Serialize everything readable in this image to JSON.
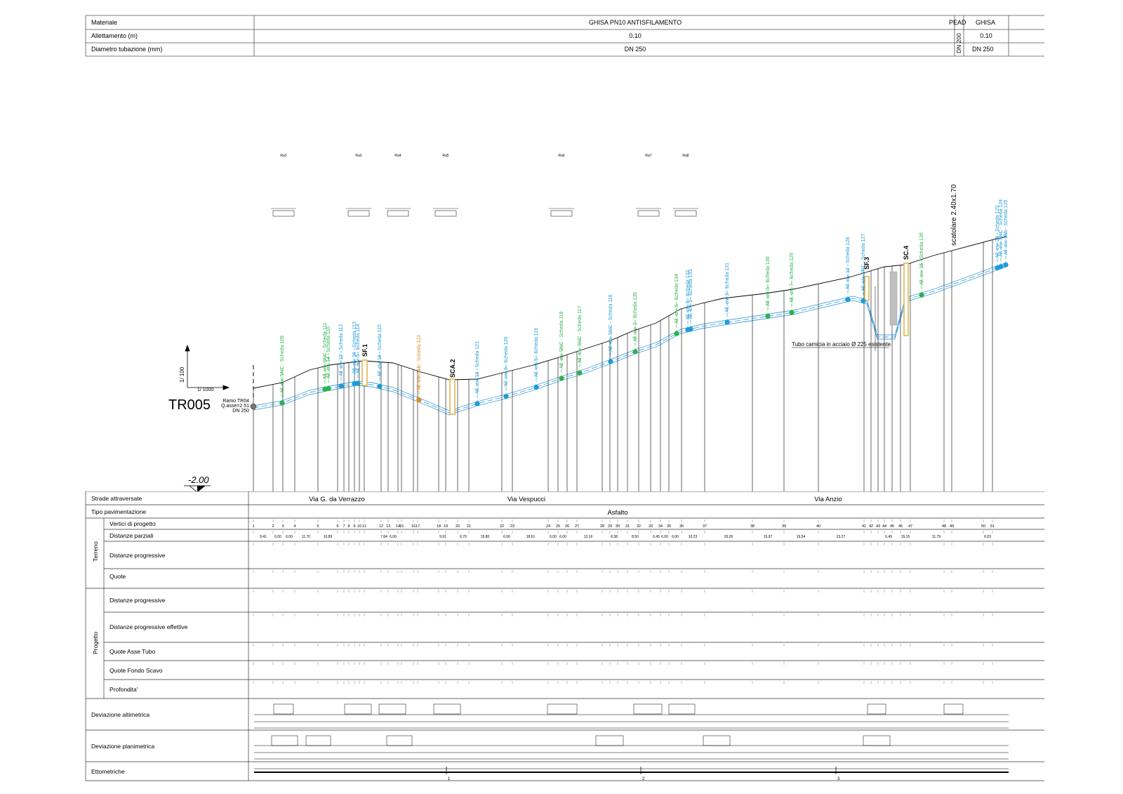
{
  "header": {
    "rows": [
      {
        "label": "Materiale",
        "main": "GHISA PN10 ANTISFILAMENTO",
        "mid": "PEAD",
        "right": "GHISA"
      },
      {
        "label": "Allettamento (m)",
        "main": "0.10",
        "mid": "",
        "right": "0.10"
      },
      {
        "label": "Diametro tubazione (mm)",
        "main": "DN 250",
        "mid": "DN 200",
        "right": "DN 250"
      }
    ]
  },
  "profile": {
    "section_id": "TR005",
    "start_label": [
      "Ramo TR04",
      "Q.asse=2.51",
      "DN 250"
    ],
    "scale_v": "1/ 100",
    "scale_h": "1/ 1000",
    "datum": "-2.00",
    "sleeve_note": "Tubo camicia in acciaio Ø 225 esistente",
    "culvert_note": "scatolare 2.40x1.70",
    "structures": [
      "SF.1",
      "SCA.2",
      "SF.3",
      "SC.4"
    ],
    "connections": [
      "All. civ. SNC - Scheda 109",
      "All. civ. SNC - Scheda 111",
      "All. civ. 14 - Scheda 110",
      "All. civ. 12 - Scheda 112",
      "All. civ. 16 - Scheda 113",
      "All. civ. 5 - Scheda 114",
      "All. civ. 18 - Scheda 115",
      "All. civ. 21b - Scheda 122",
      "All. civ. 13 - Scheda 121",
      "All. civ. 9 - Scheda 120",
      "All. civ. 5 - Scheda 119",
      "All. civ. SNC - Scheda 118",
      "All. civ. SNC - Scheda 117",
      "All. civ. SNC - Scheda 116",
      "All. civ. 2 - Scheda 135",
      "All. civ. 6 - Scheda 134",
      "All. civ. 8 - Scheda 132",
      "All. civ. 1 - Scheda 133",
      "All. civ. 3 - Scheda 131",
      "All. civ. 5 - Scheda 130",
      "All. civ. 7 - Scheda 129",
      "All. civ. 12 - Scheda 128",
      "All. civ. SNC - Scheda 127",
      "All. civ. 15 - Scheda 126",
      "All. civ. 23 - Scheda 123",
      "All. civ. SNC - Scheda 124",
      "All. civ. 25b - Scheda 125"
    ],
    "radii_labels": [
      "Ra2",
      "Ra3",
      "Ra4",
      "Ra5",
      "Ra6",
      "Ra7",
      "Ra8"
    ]
  },
  "table": {
    "rows": {
      "strade": "Strade attraversate",
      "pavimentazione": "Tipo pavimentazione",
      "vertici": "Vertici di progetto",
      "dist_parziali": "Distanze parziali",
      "dist_prog": "Distanze progressive",
      "quote": "Quote",
      "dist_prog_p": "Distanze progressive",
      "dist_prog_eff": "Distanze progressive effettive",
      "quote_asse": "Quote Asse Tubo",
      "quote_fondo": "Quote Fondo Scavo",
      "profondita": "Profondita'",
      "dev_alt": "Deviazione altimetrica",
      "dev_plan": "Deviazione planimetrica",
      "ettometriche": "Ettometriche"
    },
    "groups": {
      "terreno": "Terreno",
      "progetto": "Progetto"
    },
    "streets": [
      "Via G. da Verrazzo",
      "Via Vespucci",
      "Via Anzio"
    ],
    "pavement": "Asfalto",
    "vertices": [
      "1",
      "2",
      "3",
      "4",
      "5",
      "6",
      "7",
      "8",
      "9",
      "10",
      "11",
      "12",
      "13",
      "14",
      "15",
      "16",
      "17",
      "18",
      "19",
      "20",
      "21",
      "22",
      "23",
      "24",
      "25",
      "26",
      "27",
      "28",
      "29",
      "30",
      "31",
      "32",
      "33",
      "34",
      "35",
      "36",
      "37",
      "38",
      "39",
      "40",
      "41",
      "42",
      "43",
      "44",
      "45",
      "46",
      "47",
      "48",
      "49",
      "50",
      "51"
    ],
    "partial_distances": [
      "9.41",
      "6.00",
      "6.00",
      "11.70",
      "10.89",
      "7.84",
      "6.00",
      "9.91",
      "6.70",
      "15.80",
      "6.06",
      "18.61",
      "6.00",
      "6.00",
      "13.16",
      "8.38",
      "8.50",
      "6.45",
      "6.00",
      "6.00",
      "10.23",
      "20.26",
      "15.97",
      "19.54",
      "23.27",
      "6.49",
      "15.15",
      "11.79",
      "6.03"
    ],
    "hectometric": [
      "1",
      "2",
      "3"
    ]
  },
  "colors": {
    "ground_line": "#000000",
    "pipe": "#4aa3df",
    "connection_green": "#2bb24c",
    "connection_orange": "#e08a1e",
    "connection_blue": "#1e9bd8",
    "structure": "#e8c878"
  }
}
